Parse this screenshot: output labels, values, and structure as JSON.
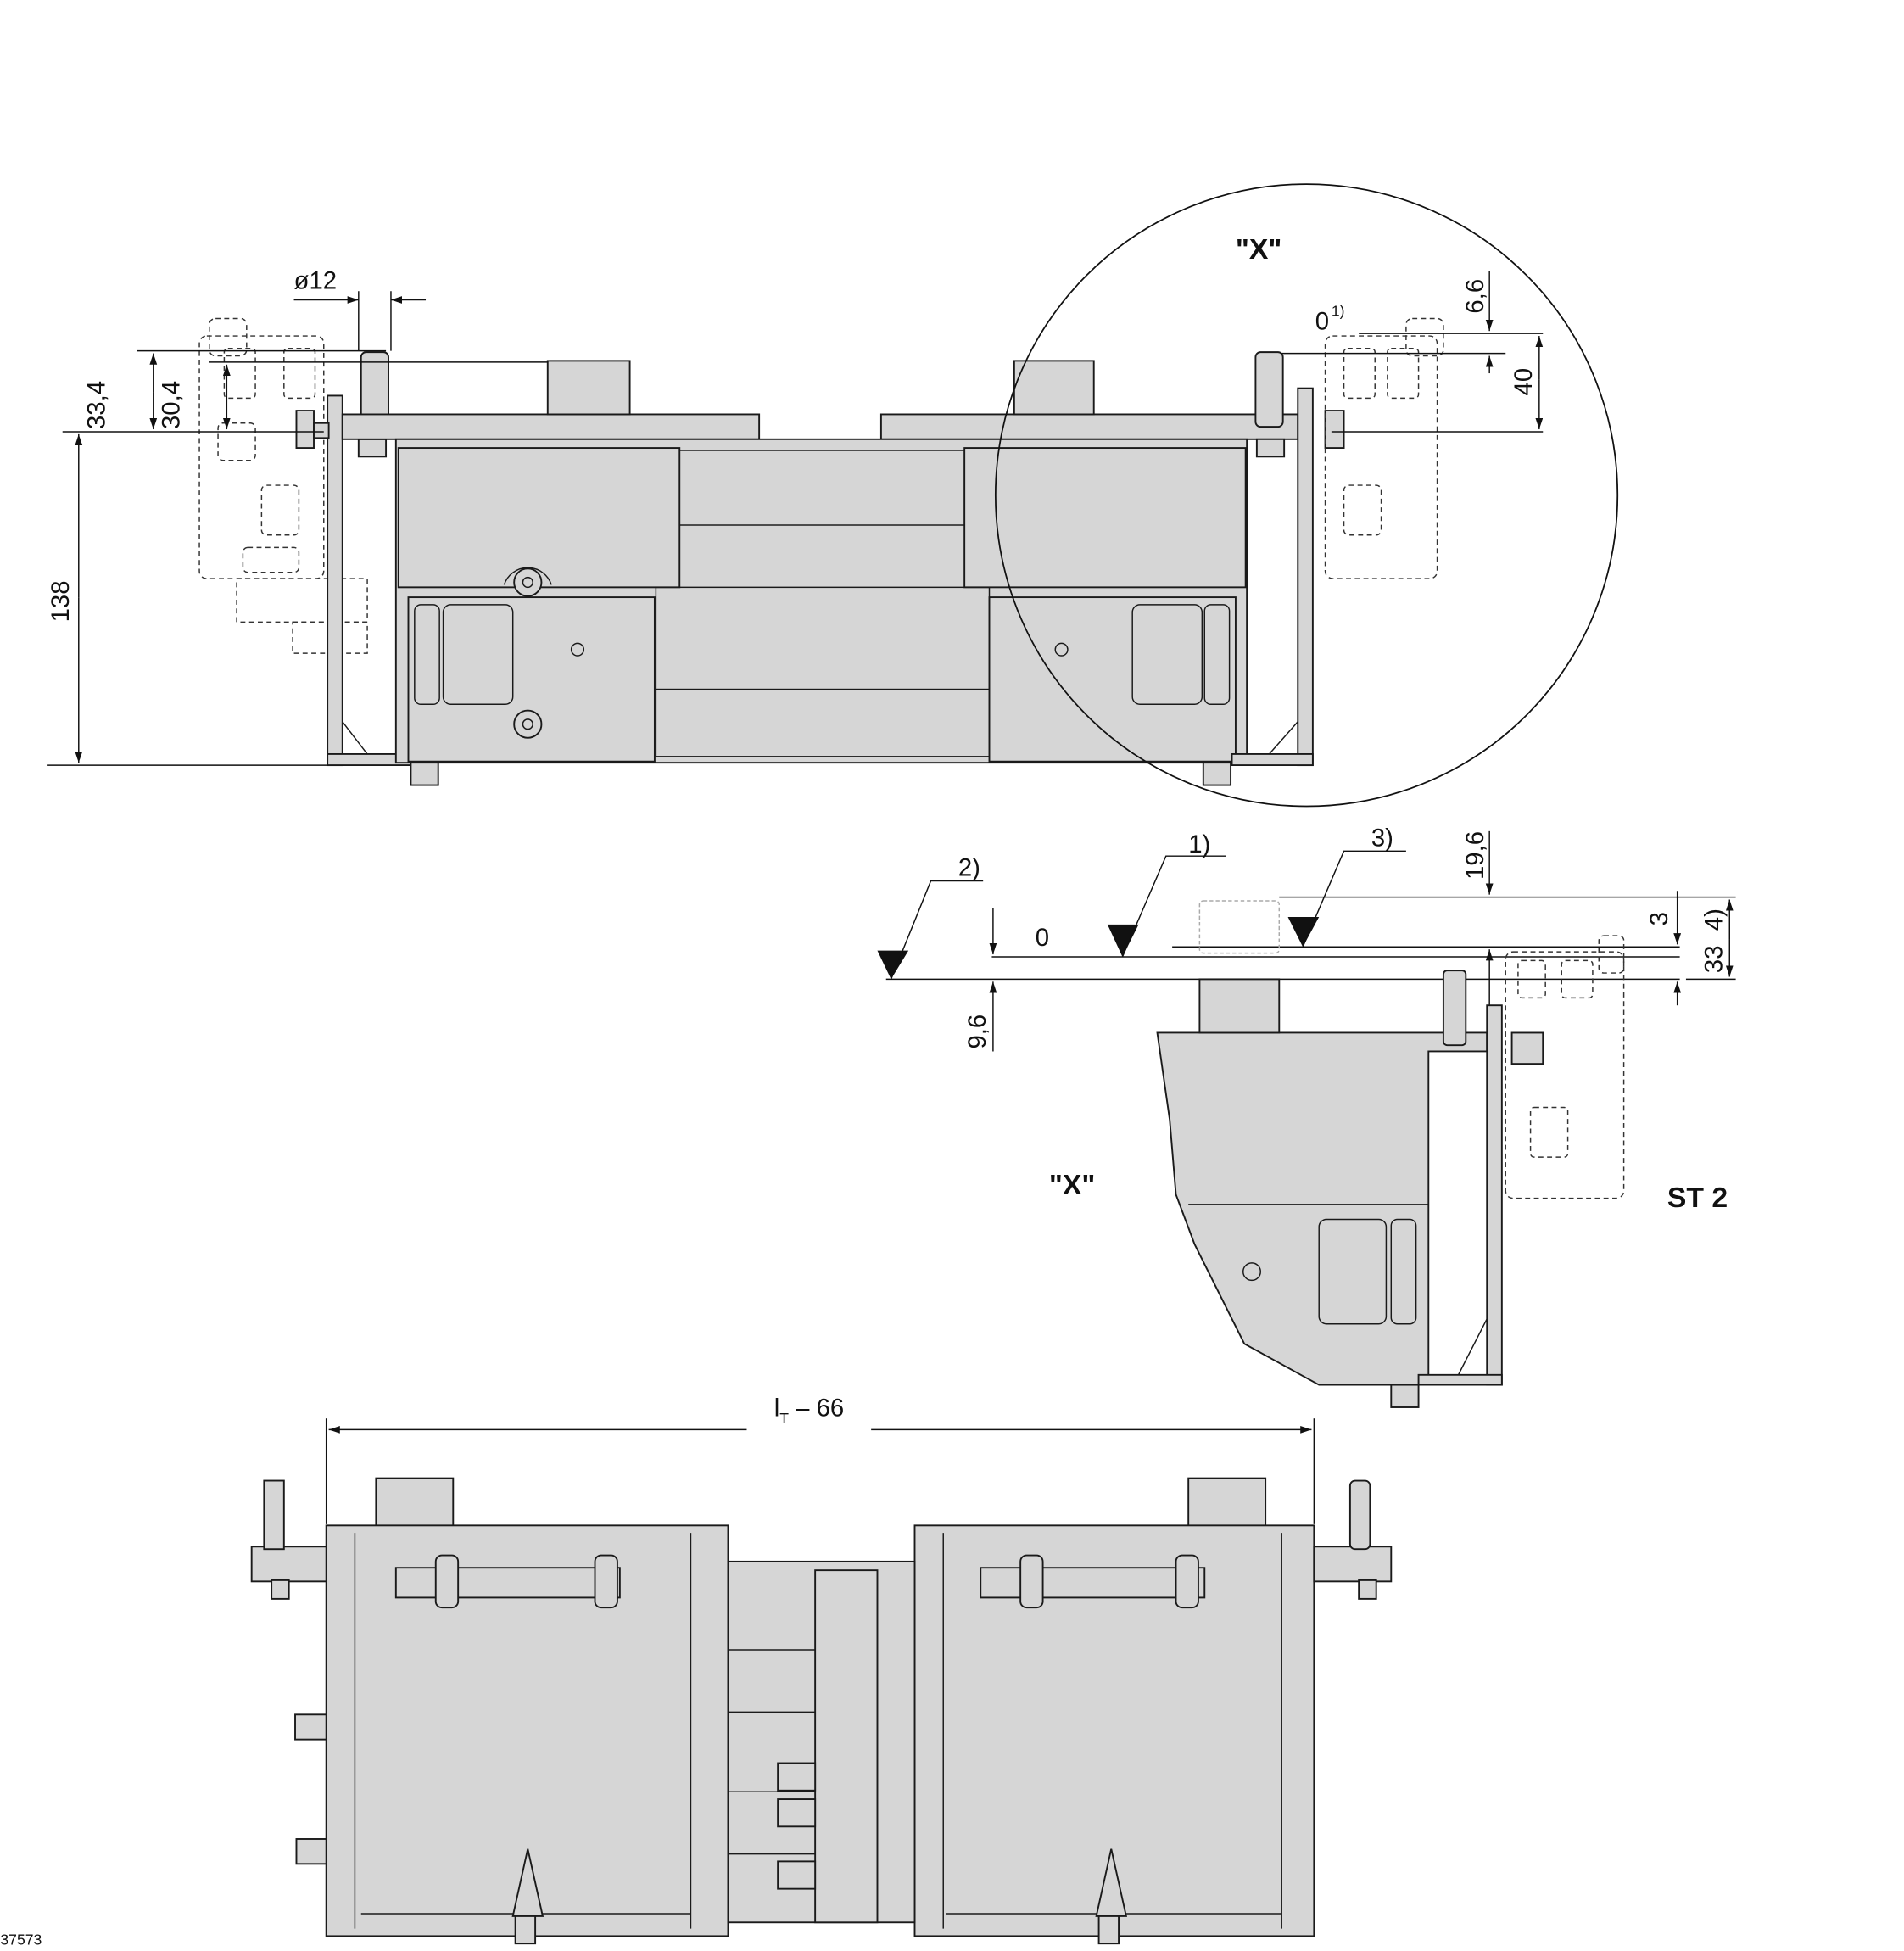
{
  "drawing": {
    "document_number": "37573",
    "views": {
      "front": {
        "dimensions": {
          "pin_diameter": "ø12",
          "height_top_1": "33,4",
          "height_top_2": "30,4",
          "overall_height": "138"
        }
      },
      "detail_circle": {
        "label": "\"X\"",
        "dim_6_6": "6,6",
        "dim_40": "40",
        "zero_ref": "0",
        "zero_ref_note": "1)"
      },
      "detail_x": {
        "label": "\"X\"",
        "station_label": "ST 2",
        "note_1": "1)",
        "note_2": "2)",
        "note_3": "3)",
        "zero": "0",
        "dim_9_6": "9,6",
        "dim_19_6": "19,6",
        "dim_3": "3",
        "dim_33": "33",
        "dim_33_note": "4)"
      },
      "top": {
        "length_base": "l",
        "length_sub": "T",
        "length_suffix": " – 66"
      }
    },
    "colors": {
      "part_fill": "#d6d6d6",
      "line": "#1a1a1a",
      "background": "#ffffff"
    }
  }
}
